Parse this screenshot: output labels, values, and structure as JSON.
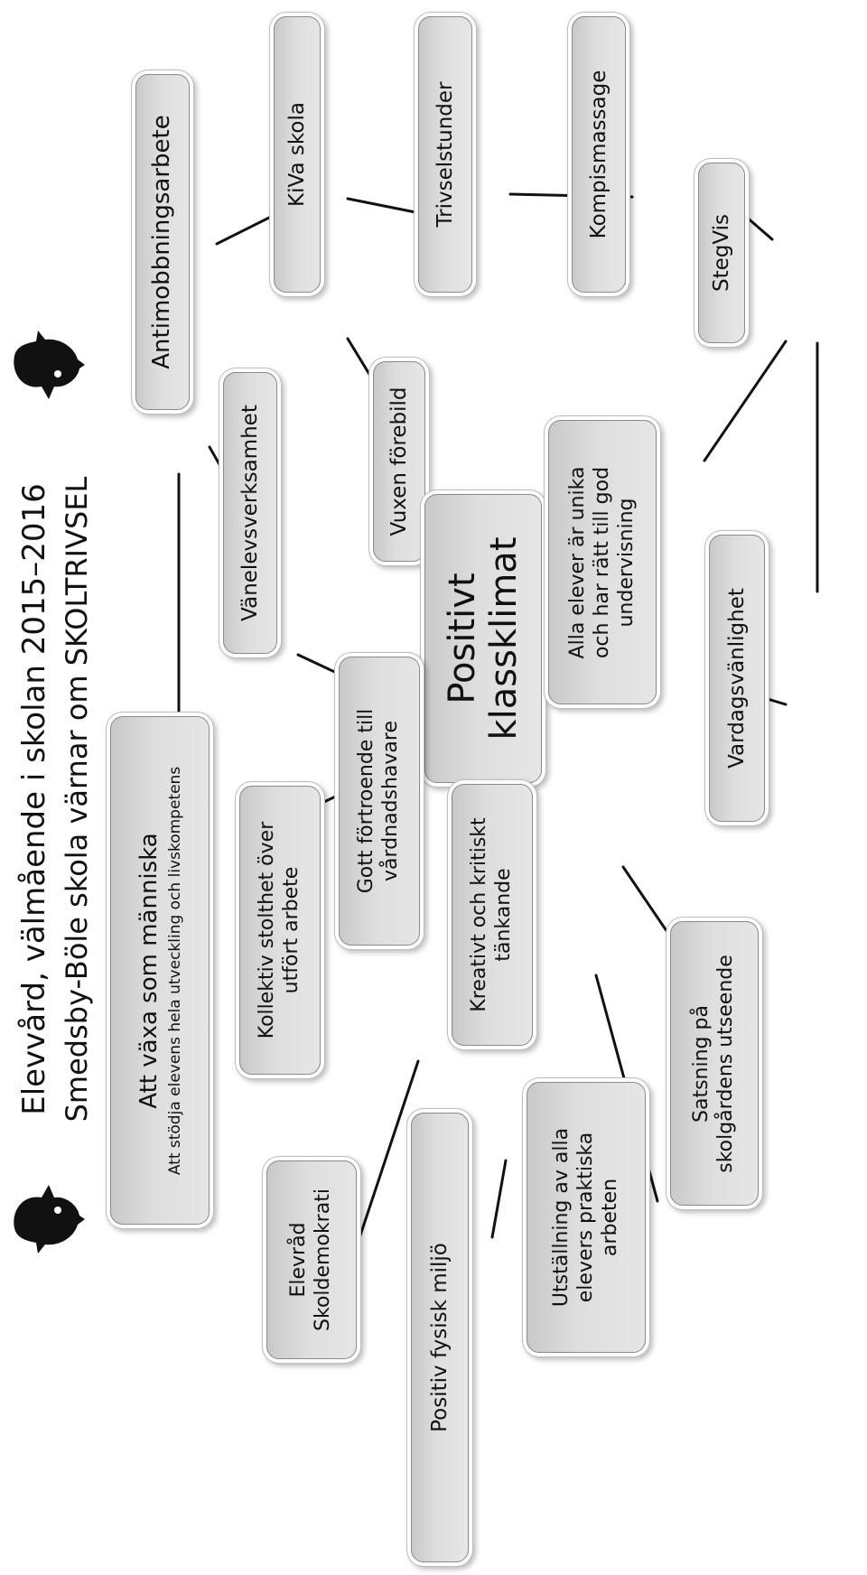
{
  "header": {
    "title": "Elevvård, välmående i skolan 2015–2016",
    "subtitle": "Smedsby-Böle skola värnar om SKOLTRIVSEL",
    "mascot_icon": "dragon-icon"
  },
  "nodes": {
    "antimobbning": "Antimobbningsarbete",
    "kiva": "KiVa skola",
    "trivselstunder": "Trivselstunder",
    "kompismassage": "Kompismassage",
    "stegvis": "StegVis",
    "vanelev": "Vänelevsverksamhet",
    "vuxen": "Vuxen förebild",
    "center": [
      "Positivt",
      "klassklimat"
    ],
    "unika": [
      "Alla elever är unika",
      "och har rätt till god",
      "undervisning"
    ],
    "vardag": "Vardagsvänlighet",
    "vaxa": "Att växa som människa",
    "vaxa_sub": "Att stödja elevens hela utveckling och livskompetens",
    "fortroende": [
      "Gott förtroende till",
      "vårdnadshavare"
    ],
    "kollektiv": [
      "Kollektiv stolthet över",
      "utfört arbete"
    ],
    "kreativt": [
      "Kreativt och kritiskt",
      "tänkande"
    ],
    "satsning": [
      "Satsning på",
      "skolgårdens utseende"
    ],
    "elevrad": [
      "Elevråd",
      "Skoldemokrati"
    ],
    "fysisk": "Positiv fysisk miljö",
    "utstallning": [
      "Utställning av alla",
      "elevers praktiska",
      "arbeten"
    ]
  },
  "colors": {
    "box_fill": "#dedede",
    "line": "#111111"
  }
}
